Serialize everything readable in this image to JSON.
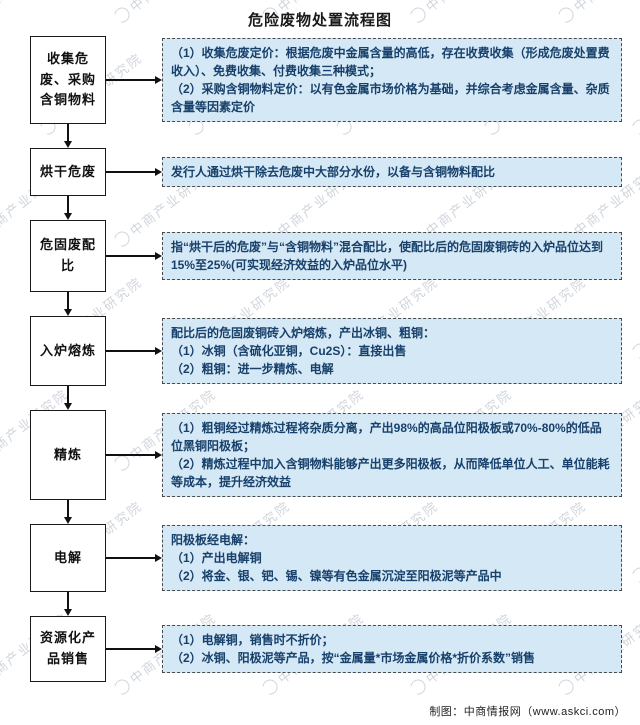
{
  "title": "危险废物处置流程图",
  "footer": "制图：中商情报网（www.askci.com）",
  "watermark": {
    "text": "中商产业研究院"
  },
  "colors": {
    "desc_bg": "#d5e8f5",
    "desc_text": "#17406b",
    "node_border": "#1a1a1a"
  },
  "steps": [
    {
      "label": "收集危废、采购含铜物料",
      "desc": "（1）收集危废定价：根据危废中金属含量的高低，存在收费收集（形成危废处置费收入）、免费收集、付费收集三种模式；\n（2）采购含铜物料定价：以有色金属市场价格为基础，并综合考虑金属含量、杂质含量等因素定价"
    },
    {
      "label": "烘干危废",
      "desc": "发行人通过烘干除去危废中大部分水份，以备与含铜物料配比"
    },
    {
      "label": "危固废配比",
      "desc": "指“烘干后的危废”与“含铜物料”混合配比，使配比后的危固废铜砖的入炉品位达到15%至25%(可实现经济效益的入炉品位水平)"
    },
    {
      "label": "入炉熔炼",
      "desc": "配比后的危固废铜砖入炉熔炼，产出冰铜、粗铜：\n（1）冰铜（含硫化亚铜，Cu2S）：直接出售\n（2）粗铜：进一步精炼、电解"
    },
    {
      "label": "精炼",
      "desc": "（1）粗铜经过精炼过程将杂质分离，产出98%的高品位阳极板或70%-80%的低品位黑铜阳极板；\n（2）精炼过程中加入含铜物料能够产出更多阳极板，从而降低单位人工、单位能耗等成本，提升经济效益"
    },
    {
      "label": "电解",
      "desc": "阳极板经电解：\n（1）产出电解铜\n（2）将金、银、钯、锡、镍等有色金属沉淀至阳极泥等产品中"
    },
    {
      "label": "资源化产品销售",
      "desc": "（1）电解铜，销售时不折价；\n（2）冰铜、阳极泥等产品，按“金属量*市场金属价格*折价系数”销售"
    }
  ]
}
